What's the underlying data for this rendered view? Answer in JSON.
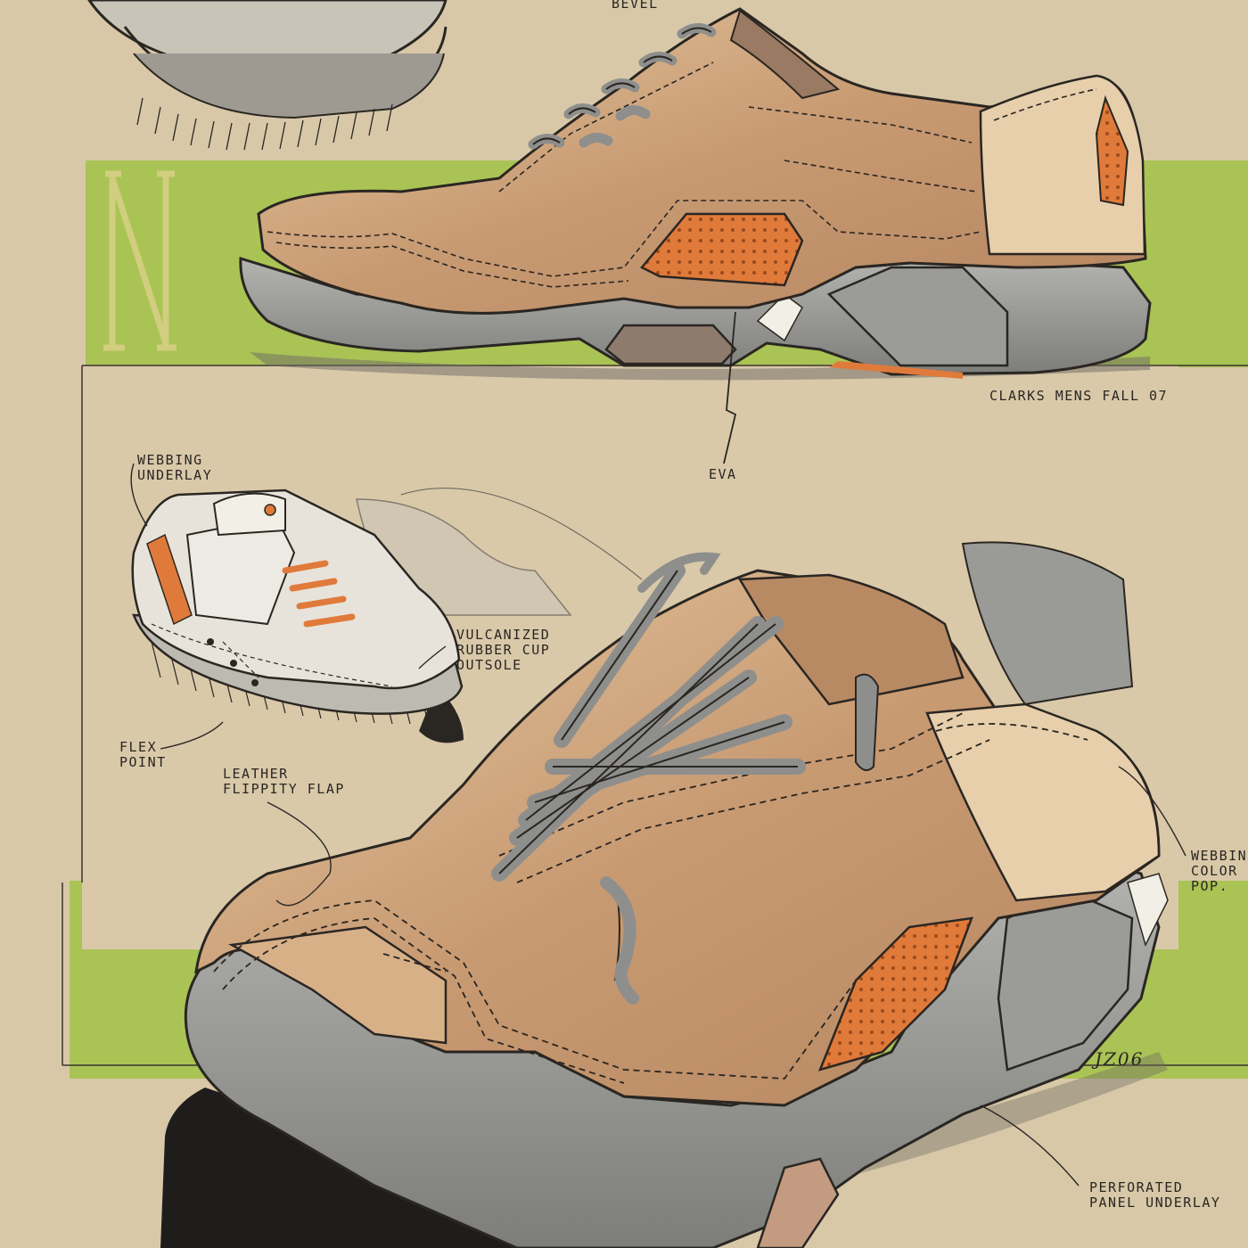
{
  "annotations": {
    "bevel": "BEVEL",
    "clarks_mens": "CLARKS MENS FALL 07",
    "eva": "EVA",
    "webbing_underlay": [
      "WEBBING",
      "UNDERLAY"
    ],
    "vulcanized": [
      "VULCANIZED",
      "RUBBER CUP",
      "OUTSOLE"
    ],
    "flex_point": [
      "FLEX",
      "POINT"
    ],
    "leather_flippity": [
      "LEATHER",
      "FLIPPITY FLAP"
    ],
    "webbing_right": [
      "WEBBIN",
      "COLOR",
      "POP."
    ],
    "perforated": [
      "PERFORATED",
      "PANEL UNDERLAY"
    ],
    "signature": "JZ06"
  },
  "colors": {
    "paper": "#d8c8a8",
    "green_band": "#a6c24e",
    "leather": "#c89a72",
    "leather_light": "#e6cfad",
    "sole_gray": "#8c8c8a",
    "orange_accent": "#e07a3a",
    "ink": "#2a2622"
  }
}
